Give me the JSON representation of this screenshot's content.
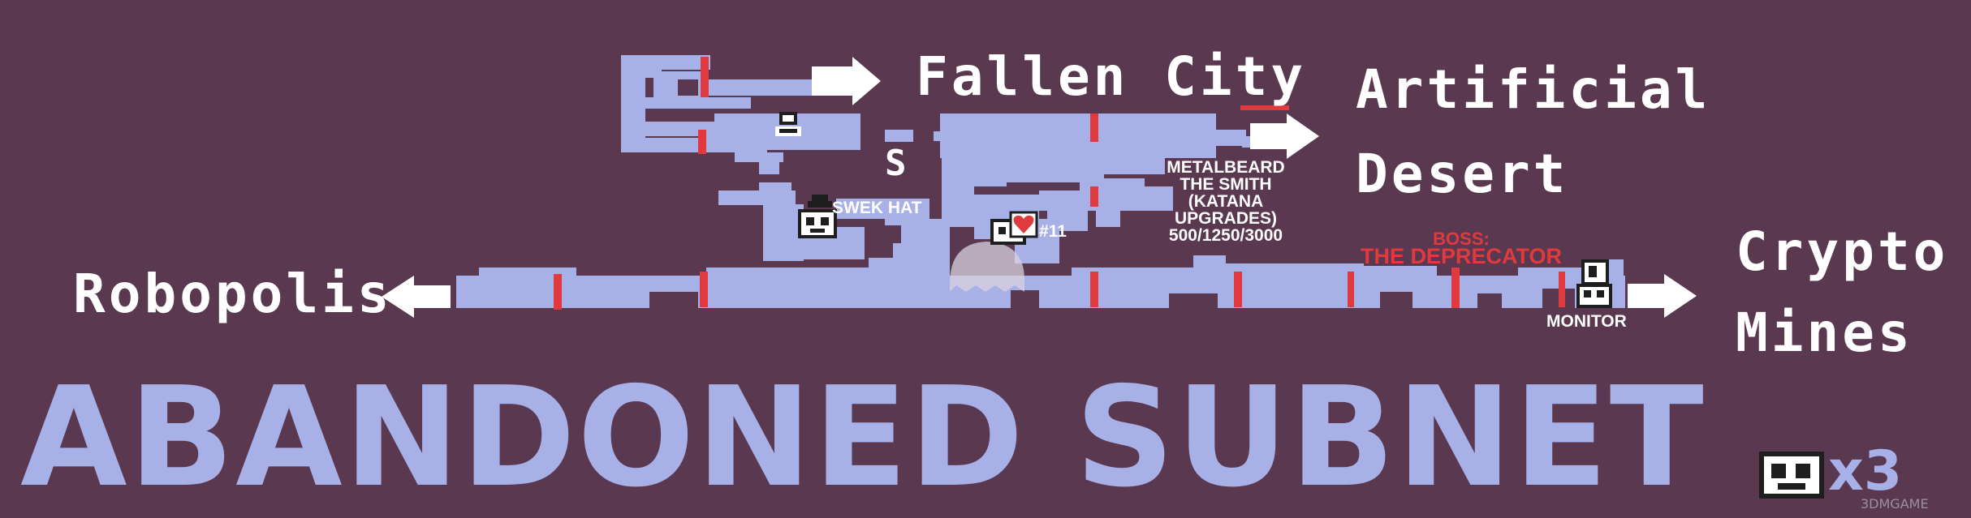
{
  "map_title": "ABANDONED SUBNET",
  "exits": {
    "fallen_city": "Fallen City",
    "artificial_desert_line1": "Artificial",
    "artificial_desert_line2": "Desert",
    "robopolis": "Robopolis",
    "crypto_mines_line1": "Crypto",
    "crypto_mines_line2": "Mines"
  },
  "markers": {
    "save_point": "S",
    "swek_hat": "SWEK HAT",
    "heart_number": "#11",
    "metalbeard": [
      "METALBEARD",
      "THE SMITH",
      "(KATANA",
      "UPGRADES)",
      "500/1250/3000"
    ],
    "boss_label": "BOSS:",
    "boss_name": "THE DEPRECATOR",
    "monitor": "MONITOR"
  },
  "collectible_count": "x3",
  "watermark": "3DMGAME",
  "colors": {
    "background": "#5a384f",
    "map_room": "#a8b0e8",
    "door": "#e03a3e",
    "text": "#ffffff"
  },
  "icons": [
    "arrow-right-icon",
    "arrow-left-icon",
    "robot-enemy-icon",
    "heart-icon",
    "hat-icon",
    "terminal-icon",
    "monitor-icon",
    "ghost-icon"
  ]
}
